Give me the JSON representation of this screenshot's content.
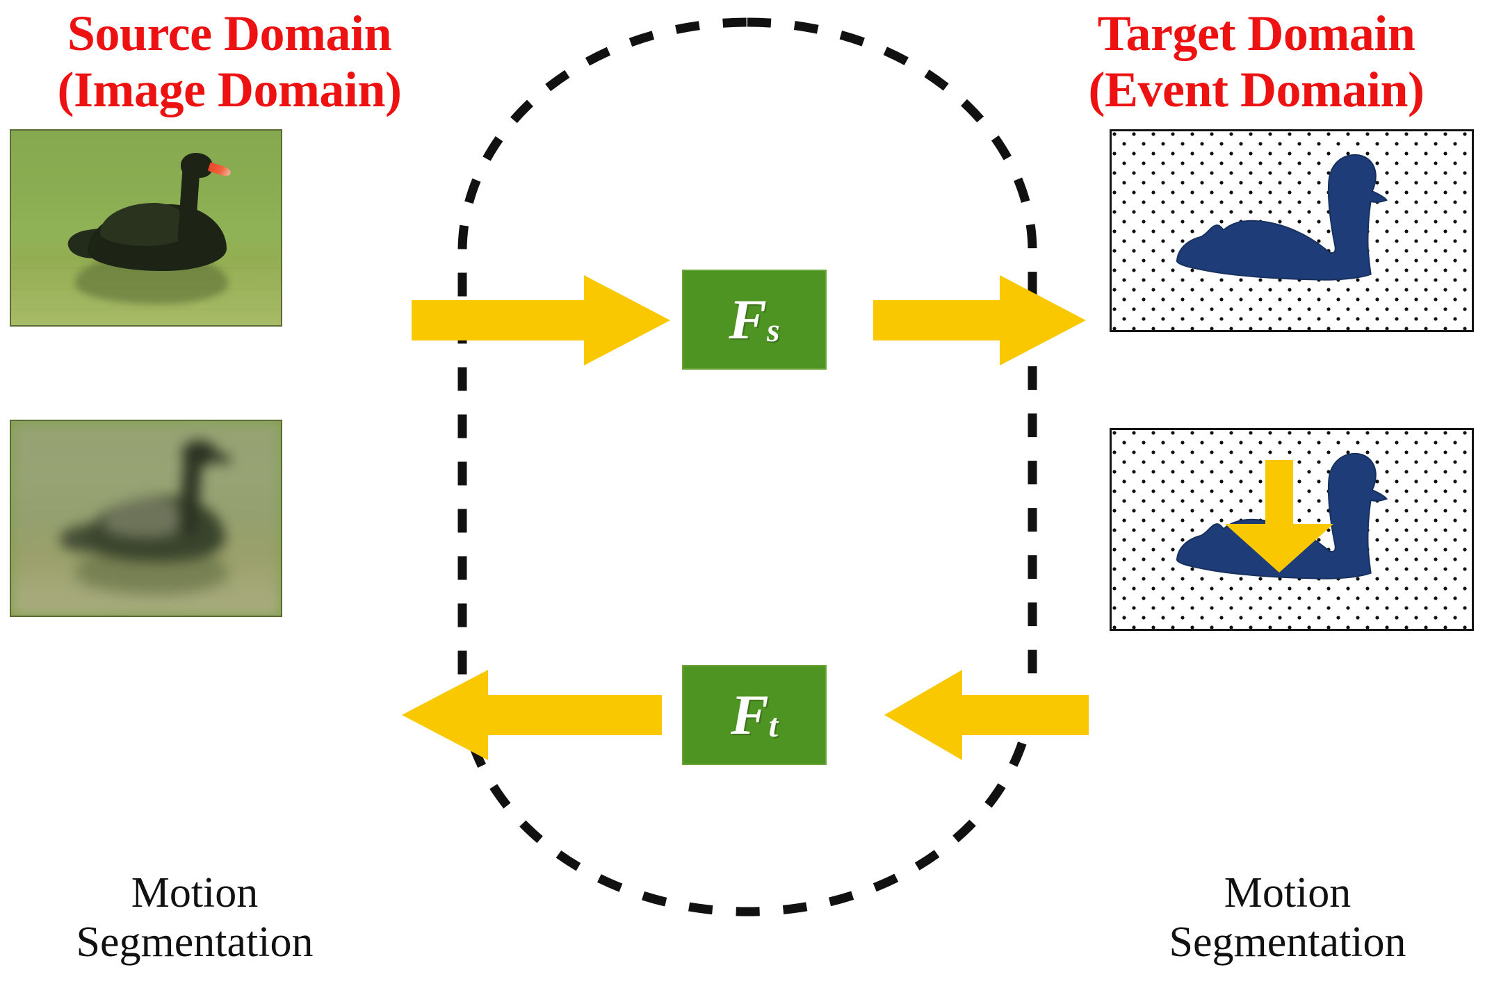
{
  "diagram": {
    "title_source": "Source Domain\n(Image Domain)",
    "title_target": "Target Domain\n(Event Domain)",
    "caption_source": "Motion\nSegmentation",
    "caption_target": "Motion\nSegmentation",
    "colors": {
      "title_red": "#ee1111",
      "arrow_yellow": "#fac800",
      "box_green": "#4e9423",
      "event_swan_blue": "#1e3c78",
      "caption_black": "#111111",
      "dashed_black": "#111111",
      "water_green": "#8fb257",
      "swan_black": "#1d2416",
      "beak_orange": "#ef5a33"
    }
  },
  "boxes": {
    "source_feature": {
      "symbol": "F",
      "subscript": "s"
    },
    "target_feature": {
      "symbol": "F",
      "subscript": "t"
    }
  },
  "panels": {
    "source_image": {
      "label": "black-swan-photo",
      "content": "Black swan swimming on green water"
    },
    "source_result": {
      "label": "blurred-swan-photo",
      "content": "Blurred black swan swimming on green water"
    },
    "target_image": {
      "label": "event-swan-top",
      "content": "Blue swan silhouette on dotted event background"
    },
    "target_result": {
      "label": "event-swan-bottom",
      "content": "Blue swan silhouette on dotted event background"
    }
  },
  "arrows": {
    "source_to_fs": "right",
    "fs_to_target": "right",
    "target_to_result": "down",
    "result_to_ft": "left",
    "ft_to_source_result": "left"
  }
}
